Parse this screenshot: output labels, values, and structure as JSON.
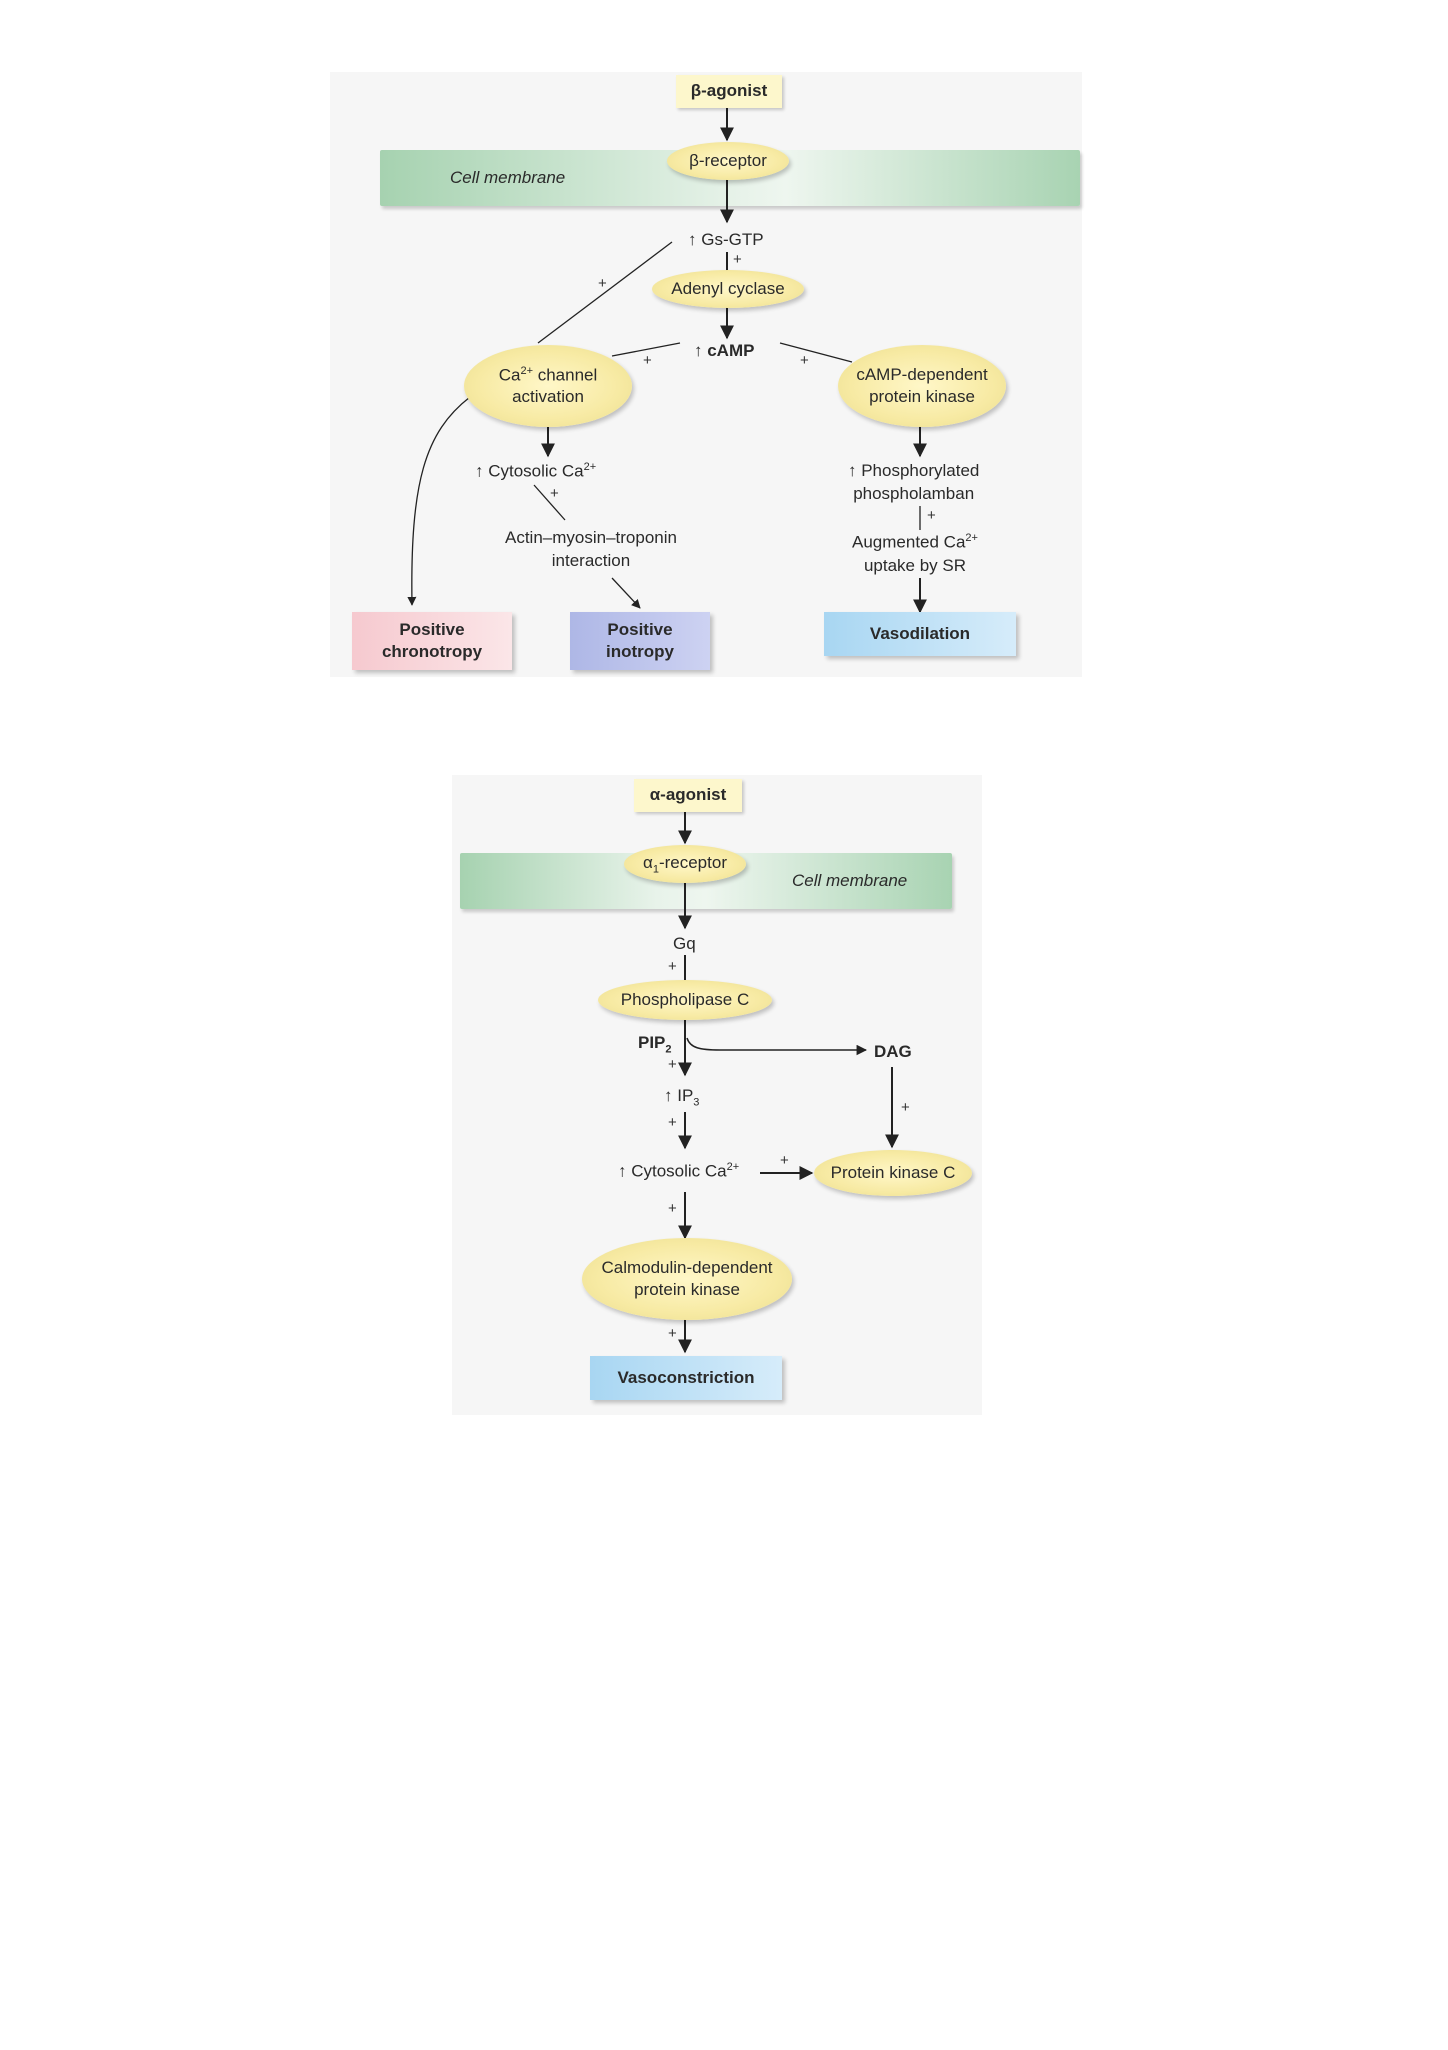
{
  "beta": {
    "agonist": "β-agonist",
    "receptor": "β-receptor",
    "membrane": "Cell membrane",
    "gs": "↑ Gs-GTP",
    "adenyl": "Adenyl cyclase",
    "camp": "↑ cAMP",
    "ca_channel_1": "Ca",
    "ca_channel_sup": "2+",
    "ca_channel_2": " channel",
    "ca_channel_3": "activation",
    "pka_1": "cAMP-dependent",
    "pka_2": "protein kinase",
    "cyto_1": "↑ Cytosolic Ca",
    "cyto_sup": "2+",
    "phos_1": "↑ Phosphorylated",
    "phos_2": "phospholamban",
    "actin_1": "Actin–myosin–troponin",
    "actin_2": "interaction",
    "aug_1": "Augmented Ca",
    "aug_sup": "2+",
    "aug_2": "uptake by SR",
    "chrono_1": "Positive",
    "chrono_2": "chronotropy",
    "ino_1": "Positive",
    "ino_2": "inotropy",
    "vasodil": "Vasodilation",
    "plus": "+"
  },
  "alpha": {
    "agonist": "α-agonist",
    "receptor_a": "α",
    "receptor_sub": "1",
    "receptor_b": "-receptor",
    "membrane": "Cell membrane",
    "gq": "Gq",
    "plc": "Phospholipase C",
    "pip": "PIP",
    "pip_sub": "2",
    "dag": "DAG",
    "ip": "↑ IP",
    "ip_sub": "3",
    "cyto": "↑ Cytosolic Ca",
    "cyto_sup": "2+",
    "pkc": "Protein kinase C",
    "cam_1": "Calmodulin-dependent",
    "cam_2": "protein kinase",
    "vasocon": "Vasoconstriction",
    "plus": "+"
  }
}
